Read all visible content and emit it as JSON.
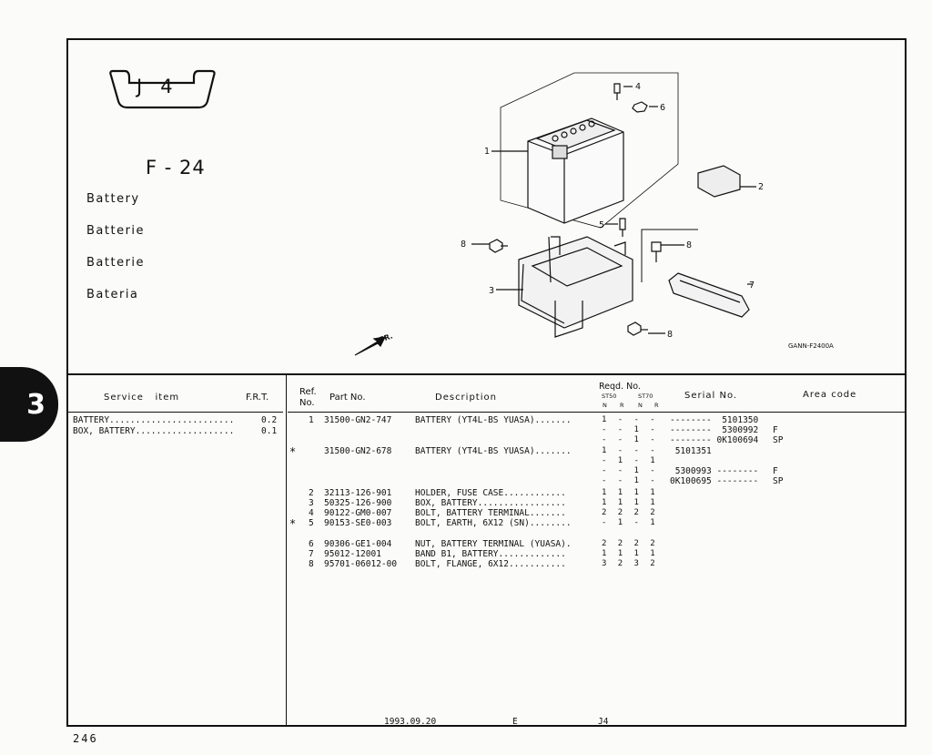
{
  "header": {
    "section_code": "J   4",
    "figure_no": "F - 24",
    "titles": [
      "Battery",
      "Batterie",
      "Batterie",
      "Bateria"
    ],
    "drawing_code": "GANN-F2400A",
    "fr_label": "FR."
  },
  "diagram": {
    "callouts": [
      "1",
      "2",
      "3",
      "4",
      "5",
      "6",
      "7",
      "8",
      "8",
      "8"
    ]
  },
  "table": {
    "headers": {
      "service_item": "Service   item",
      "frt": "F.R.T.",
      "ref": "Ref.\nNo.",
      "part_no": "Part No.",
      "description": "Description",
      "reqd_no": "Reqd. No.",
      "model_a": "ST50",
      "model_b": "ST70",
      "sub": [
        "N",
        "R",
        "N",
        "R"
      ],
      "serial_no": "Serial No.",
      "area_code": "Area code"
    },
    "service_items": [
      {
        "item": "BATTERY........................",
        "frt": "0.2"
      },
      {
        "item": "BOX, BATTERY...................",
        "frt": "0.1"
      }
    ],
    "parts": [
      {
        "mark": "",
        "ref": "1",
        "part": "31500-GN2-747",
        "desc": "BATTERY (YT4L-BS YUASA).......",
        "qty": "1  -  -  -",
        "serial": "--------  5101350",
        "area": ""
      },
      {
        "mark": "",
        "ref": "",
        "part": "",
        "desc": "",
        "qty": "-  -  1  -",
        "serial": "--------  5300992",
        "area": "F"
      },
      {
        "mark": "",
        "ref": "",
        "part": "",
        "desc": "",
        "qty": "-  -  1  -",
        "serial": "-------- 0K100694",
        "area": "SP"
      },
      {
        "mark": "*",
        "ref": "",
        "part": "31500-GN2-678",
        "desc": "BATTERY (YT4L-BS YUASA).......",
        "qty": "1  -  -  -",
        "serial": " 5101351",
        "area": ""
      },
      {
        "mark": "",
        "ref": "",
        "part": "",
        "desc": "",
        "qty": "-  1  -  1",
        "serial": "",
        "area": ""
      },
      {
        "mark": "",
        "ref": "",
        "part": "",
        "desc": "",
        "qty": "-  -  1  -",
        "serial": " 5300993 --------",
        "area": "F"
      },
      {
        "mark": "",
        "ref": "",
        "part": "",
        "desc": "",
        "qty": "-  -  1  -",
        "serial": "0K100695 --------",
        "area": "SP"
      },
      {
        "mark": "",
        "ref": "2",
        "part": "32113-126-901",
        "desc": "HOLDER, FUSE CASE............",
        "qty": "1  1  1  1",
        "serial": "",
        "area": ""
      },
      {
        "mark": "",
        "ref": "3",
        "part": "50325-126-900",
        "desc": "BOX, BATTERY.................",
        "qty": "1  1  1  1",
        "serial": "",
        "area": ""
      },
      {
        "mark": "",
        "ref": "4",
        "part": "90122-GM0-007",
        "desc": "BOLT, BATTERY TERMINAL.......",
        "qty": "2  2  2  2",
        "serial": "",
        "area": ""
      },
      {
        "mark": "*",
        "ref": "5",
        "part": "90153-SE0-003",
        "desc": "BOLT, EARTH, 6X12 (SN)........",
        "qty": "-  1  -  1",
        "serial": "",
        "area": ""
      },
      {
        "mark": "",
        "ref": "6",
        "part": "90306-GE1-004",
        "desc": "NUT, BATTERY TERMINAL (YUASA).",
        "qty": "2  2  2  2",
        "serial": "",
        "area": ""
      },
      {
        "mark": "",
        "ref": "7",
        "part": "95012-12001",
        "desc": "BAND B1, BATTERY.............",
        "qty": "1  1  1  1",
        "serial": "",
        "area": ""
      },
      {
        "mark": "",
        "ref": "8",
        "part": "95701-06012-00",
        "desc": "BOLT, FLANGE, 6X12...........",
        "qty": "3  2  3  2",
        "serial": "",
        "area": ""
      }
    ]
  },
  "footer": {
    "date": "1993.09.20",
    "lang": "E",
    "code": "J4",
    "page": "246"
  },
  "side_tab": "3"
}
